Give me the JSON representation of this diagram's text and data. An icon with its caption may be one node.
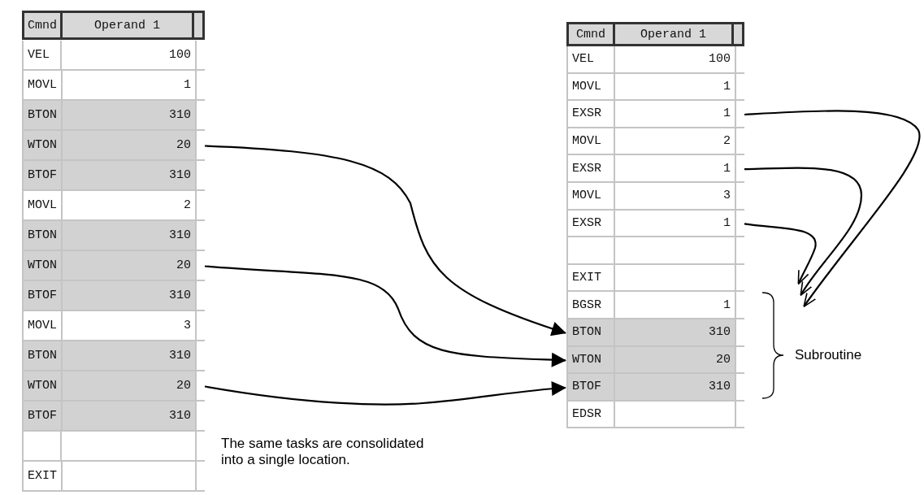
{
  "diagram": {
    "nodes": [
      {
        "text": [
          "Cmnd",
          "Operand 1"
        ]
      },
      {
        "text": [
          "VEL",
          "100"
        ]
      },
      {
        "text": [
          "MOVL",
          "1"
        ]
      },
      {
        "text": [
          "BTON",
          "310"
        ]
      },
      {
        "text": [
          "WTON",
          "20"
        ]
      },
      {
        "text": [
          "BTOF",
          "310"
        ]
      },
      {
        "text": [
          "MOVL",
          "2"
        ]
      },
      {
        "text": [
          "BTON",
          "310"
        ]
      },
      {
        "text": [
          "WTON",
          "20"
        ]
      },
      {
        "text": [
          "BTOF",
          "310"
        ]
      },
      {
        "text": [
          "MOVL",
          "3"
        ]
      },
      {
        "text": [
          "BTON",
          "310"
        ]
      },
      {
        "text": [
          "WTON",
          "20"
        ]
      },
      {
        "text": [
          "BTOF",
          "310"
        ]
      },
      {
        "text": [],
        "shape": "box"
      },
      {
        "text": [
          "EXIT"
        ]
      },
      {
        "text": [
          "Cmnd",
          "Operand 1"
        ]
      },
      {
        "text": [
          "VEL",
          "100"
        ]
      },
      {
        "text": [
          "MOVL",
          "1"
        ]
      },
      {
        "text": [
          "EXSR",
          "1"
        ]
      },
      {
        "text": [
          "MOVL",
          "2"
        ]
      },
      {
        "text": [
          "EXSR",
          "1"
        ]
      },
      {
        "text": [
          "MOVL",
          "3"
        ]
      },
      {
        "text": [
          "EXSR",
          "1"
        ]
      },
      {
        "text": [],
        "shape": "box"
      },
      {
        "text": [
          "EXIT"
        ]
      },
      {
        "text": [
          "BGSR",
          "1"
        ]
      },
      {
        "text": [
          "BTON",
          "310"
        ]
      },
      {
        "text": [
          "WTON",
          "20"
        ]
      },
      {
        "text": [
          "BTOF",
          "310"
        ]
      },
      {
        "text": [
          "EDSR"
        ]
      }
    ],
    "edges": [
      {
        "from": 4,
        "to": 27,
        "arrow": "to"
      },
      {
        "from": 8,
        "to": 28,
        "arrow": "to"
      },
      {
        "from": 12,
        "to": 29,
        "arrow": "to"
      },
      {
        "from": 19,
        "to": null,
        "arrow": "to"
      },
      {
        "from": 21,
        "to": null,
        "arrow": "to"
      },
      {
        "from": 23,
        "to": null,
        "arrow": "to"
      }
    ],
    "labels": [
      "The same tasks are consolidated into a single location.",
      "Subroutine"
    ]
  }
}
